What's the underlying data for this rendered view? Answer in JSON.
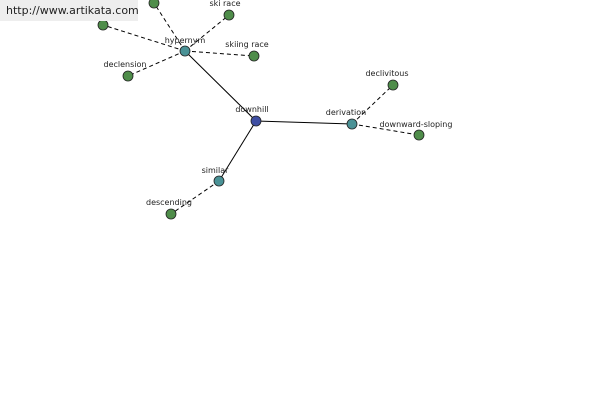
{
  "source_url": "http://www.artikata.com",
  "colors": {
    "center": "#3f4fa3",
    "relation": "#4a9296",
    "leaf": "#4f8d4a",
    "edge": "#000000"
  },
  "graph": {
    "center": "downhill",
    "nodes": [
      {
        "id": "downhill",
        "label": "downhill",
        "kind": "center"
      },
      {
        "id": "hypernym",
        "label": "hypernym",
        "kind": "relation"
      },
      {
        "id": "derivation",
        "label": "derivation",
        "kind": "relation"
      },
      {
        "id": "similar",
        "label": "similar",
        "kind": "relation"
      },
      {
        "id": "ski-race",
        "label": "ski race",
        "kind": "leaf"
      },
      {
        "id": "skiing-race",
        "label": "skiing race",
        "kind": "leaf"
      },
      {
        "id": "declension",
        "label": "declension",
        "kind": "leaf"
      },
      {
        "id": "leaf-top-a",
        "label": "",
        "kind": "leaf"
      },
      {
        "id": "leaf-top-b",
        "label": "",
        "kind": "leaf"
      },
      {
        "id": "declivitous",
        "label": "declivitous",
        "kind": "leaf"
      },
      {
        "id": "downward-sloping",
        "label": "downward-sloping",
        "kind": "leaf"
      },
      {
        "id": "descending",
        "label": "descending",
        "kind": "leaf"
      }
    ],
    "edges": [
      {
        "from": "downhill",
        "to": "hypernym",
        "style": "solid"
      },
      {
        "from": "downhill",
        "to": "derivation",
        "style": "solid"
      },
      {
        "from": "downhill",
        "to": "similar",
        "style": "solid"
      },
      {
        "from": "hypernym",
        "to": "ski-race",
        "style": "dashed"
      },
      {
        "from": "hypernym",
        "to": "skiing-race",
        "style": "dashed"
      },
      {
        "from": "hypernym",
        "to": "declension",
        "style": "dashed"
      },
      {
        "from": "hypernym",
        "to": "leaf-top-a",
        "style": "dashed"
      },
      {
        "from": "hypernym",
        "to": "leaf-top-b",
        "style": "dashed"
      },
      {
        "from": "derivation",
        "to": "declivitous",
        "style": "dashed"
      },
      {
        "from": "derivation",
        "to": "downward-sloping",
        "style": "dashed"
      },
      {
        "from": "similar",
        "to": "descending",
        "style": "dashed"
      }
    ]
  }
}
